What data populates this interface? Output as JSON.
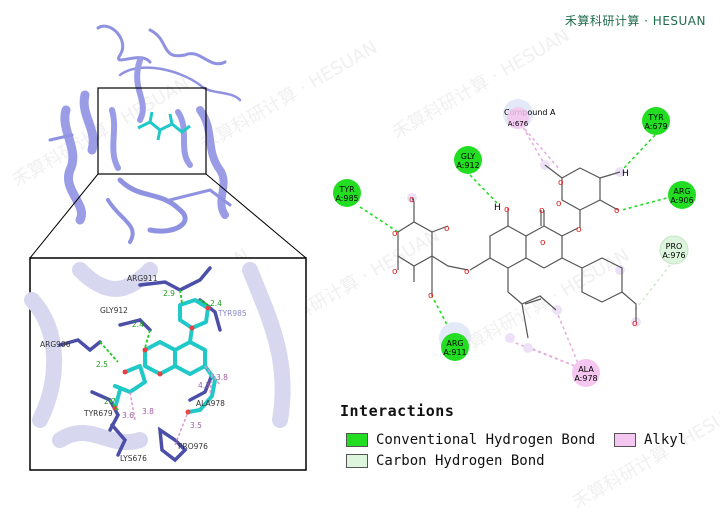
{
  "brand": "禾算科研计算 · HESUAN",
  "watermark": "禾算科研计算 · HESUAN",
  "diagram2d": {
    "compound_label": "Compound A",
    "residues": [
      {
        "id": "tyr985",
        "name": "TYR",
        "chain": "A:985",
        "type": "conventional"
      },
      {
        "id": "gly912",
        "name": "GLY",
        "chain": "A:912",
        "type": "conventional"
      },
      {
        "id": "lys676",
        "name": "LYS",
        "chain": "A:676",
        "type": "alkyl"
      },
      {
        "id": "tyr679",
        "name": "TYR",
        "chain": "A:679",
        "type": "conventional"
      },
      {
        "id": "arg906",
        "name": "ARG",
        "chain": "A:906",
        "type": "conventional"
      },
      {
        "id": "pro976",
        "name": "PRO",
        "chain": "A:976",
        "type": "carbon"
      },
      {
        "id": "arg911",
        "name": "ARG",
        "chain": "A:911",
        "type": "conventional"
      },
      {
        "id": "ala978",
        "name": "ALA",
        "chain": "A:978",
        "type": "alkyl"
      }
    ],
    "atom_labels": {
      "h1": "H",
      "h2": "H"
    }
  },
  "closeup": {
    "residue_labels": [
      "ARG911",
      "GLY912",
      "TYR985",
      "ARG906",
      "TYR679",
      "LYS676",
      "ALA978",
      "PRO976"
    ],
    "distances": [
      "2.9",
      "2.4",
      "2.4",
      "2.5",
      "2.7",
      "3.6",
      "3.8",
      "3.8",
      "4.3",
      "3.5"
    ]
  },
  "legend": {
    "title": "Interactions",
    "items": [
      {
        "label": "Conventional Hydrogen Bond",
        "color": "#22dd22"
      },
      {
        "label": "Carbon Hydrogen Bond",
        "color": "#dcf5dc"
      },
      {
        "label": "Alkyl",
        "color": "#f4c6f0"
      }
    ]
  },
  "colors": {
    "conventional": "#22dd22",
    "carbon": "#dcf5dc",
    "alkyl": "#f4c6f0",
    "protein": "#8f92e0",
    "ligand": "#20c8c8"
  }
}
